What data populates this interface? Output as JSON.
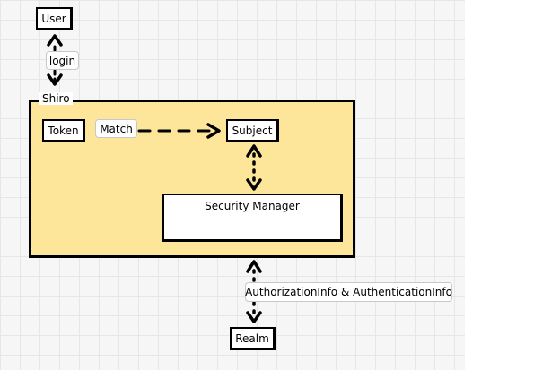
{
  "diagram": {
    "nodes": {
      "user": "User",
      "token": "Token",
      "subject": "Subject",
      "security_manager": "Security Manager",
      "realm": "Realm"
    },
    "group_label": "Shiro",
    "edge_labels": {
      "login": "login",
      "match": "Match",
      "info": "AuthorizationInfo & AuthenticationInfo"
    },
    "colors": {
      "group_fill": "#fde59a",
      "line": "#000000"
    }
  }
}
